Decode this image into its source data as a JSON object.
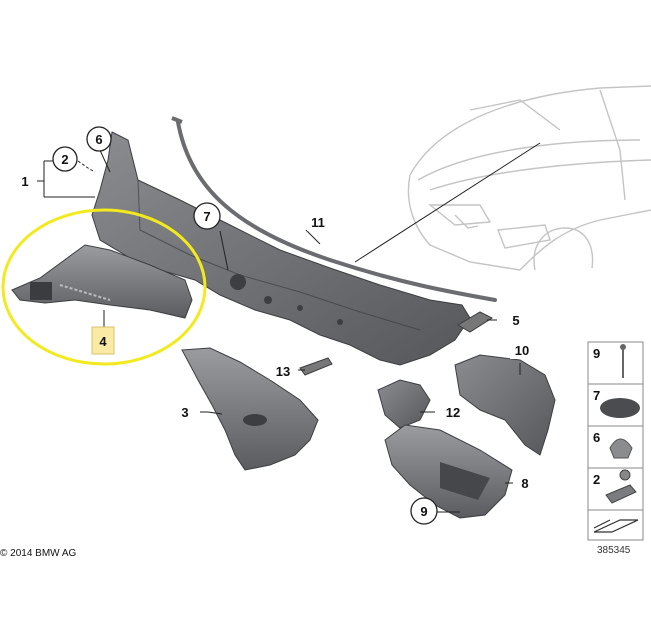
{
  "parts": {
    "p1": "1",
    "p2": "2",
    "p3": "3",
    "p4": "4",
    "p5": "5",
    "p6": "6",
    "p7": "7",
    "p8": "8",
    "p9": "9",
    "p10": "10",
    "p11": "11",
    "p12": "12",
    "p13": "13"
  },
  "legend": {
    "items": [
      "9",
      "7",
      "6",
      "2"
    ]
  },
  "copyright": "© 2014 BMW AG",
  "diagram_code": "385345",
  "colors": {
    "part_fill": "#6d6f73",
    "part_dark": "#4a4c50",
    "highlight_ellipse": "#f2ea1e",
    "label_highlight": "#fbe9a6",
    "outline": "#c8c8c8"
  }
}
